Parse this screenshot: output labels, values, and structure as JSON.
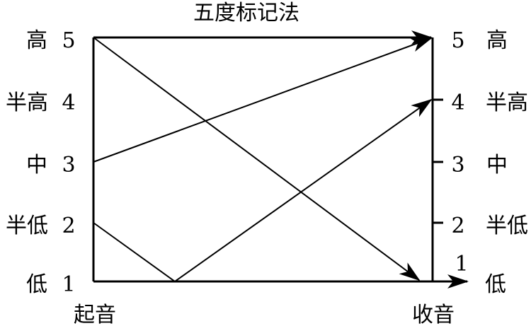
{
  "title": "五度标记法",
  "levels": [
    {
      "number": "5",
      "name": "高"
    },
    {
      "number": "4",
      "name": "半高"
    },
    {
      "number": "3",
      "name": "中"
    },
    {
      "number": "2",
      "name": "半低"
    },
    {
      "number": "1",
      "name": "低"
    }
  ],
  "right_extra_number": "1",
  "start_label": "起音",
  "end_label": "收音",
  "contours": [
    {
      "id": "55",
      "from": 5,
      "to": 5
    },
    {
      "id": "35",
      "from": 3,
      "to": 5
    },
    {
      "id": "214",
      "from": 2,
      "via": 1,
      "to": 4
    },
    {
      "id": "51",
      "from": 5,
      "to": 1
    }
  ],
  "colors": {
    "stroke": "#000000",
    "background": "#ffffff"
  }
}
